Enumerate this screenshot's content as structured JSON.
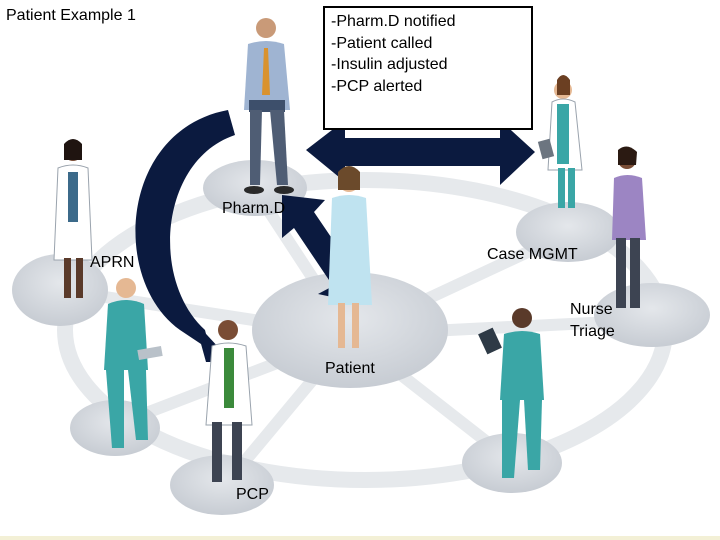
{
  "title": "Patient Example 1",
  "notes": [
    "-Pharm.D notified",
    "-Patient called",
    "-Insulin adjusted",
    "-PCP alerted"
  ],
  "nodes": {
    "pharmd": "Pharm.D",
    "case_mgmt": "Case MGMT",
    "aprn": "APRN",
    "nurse_triage": [
      "Nurse",
      "Triage"
    ],
    "patient": "Patient",
    "pcp": "PCP"
  },
  "colors": {
    "arrow": "#0b1a3f",
    "disc": "#d5d9df",
    "ring": "#e9ecef",
    "scrub": "#3aa6a6",
    "coat": "#ffffff",
    "accent_line": "#e8d25a"
  },
  "icons": [
    "pharmacist-figure",
    "nurse-figure",
    "case-manager-figure",
    "doctor-figure",
    "patient-figure",
    "tablet-nurse-figure",
    "aprn-figure",
    "pcp-figure"
  ]
}
